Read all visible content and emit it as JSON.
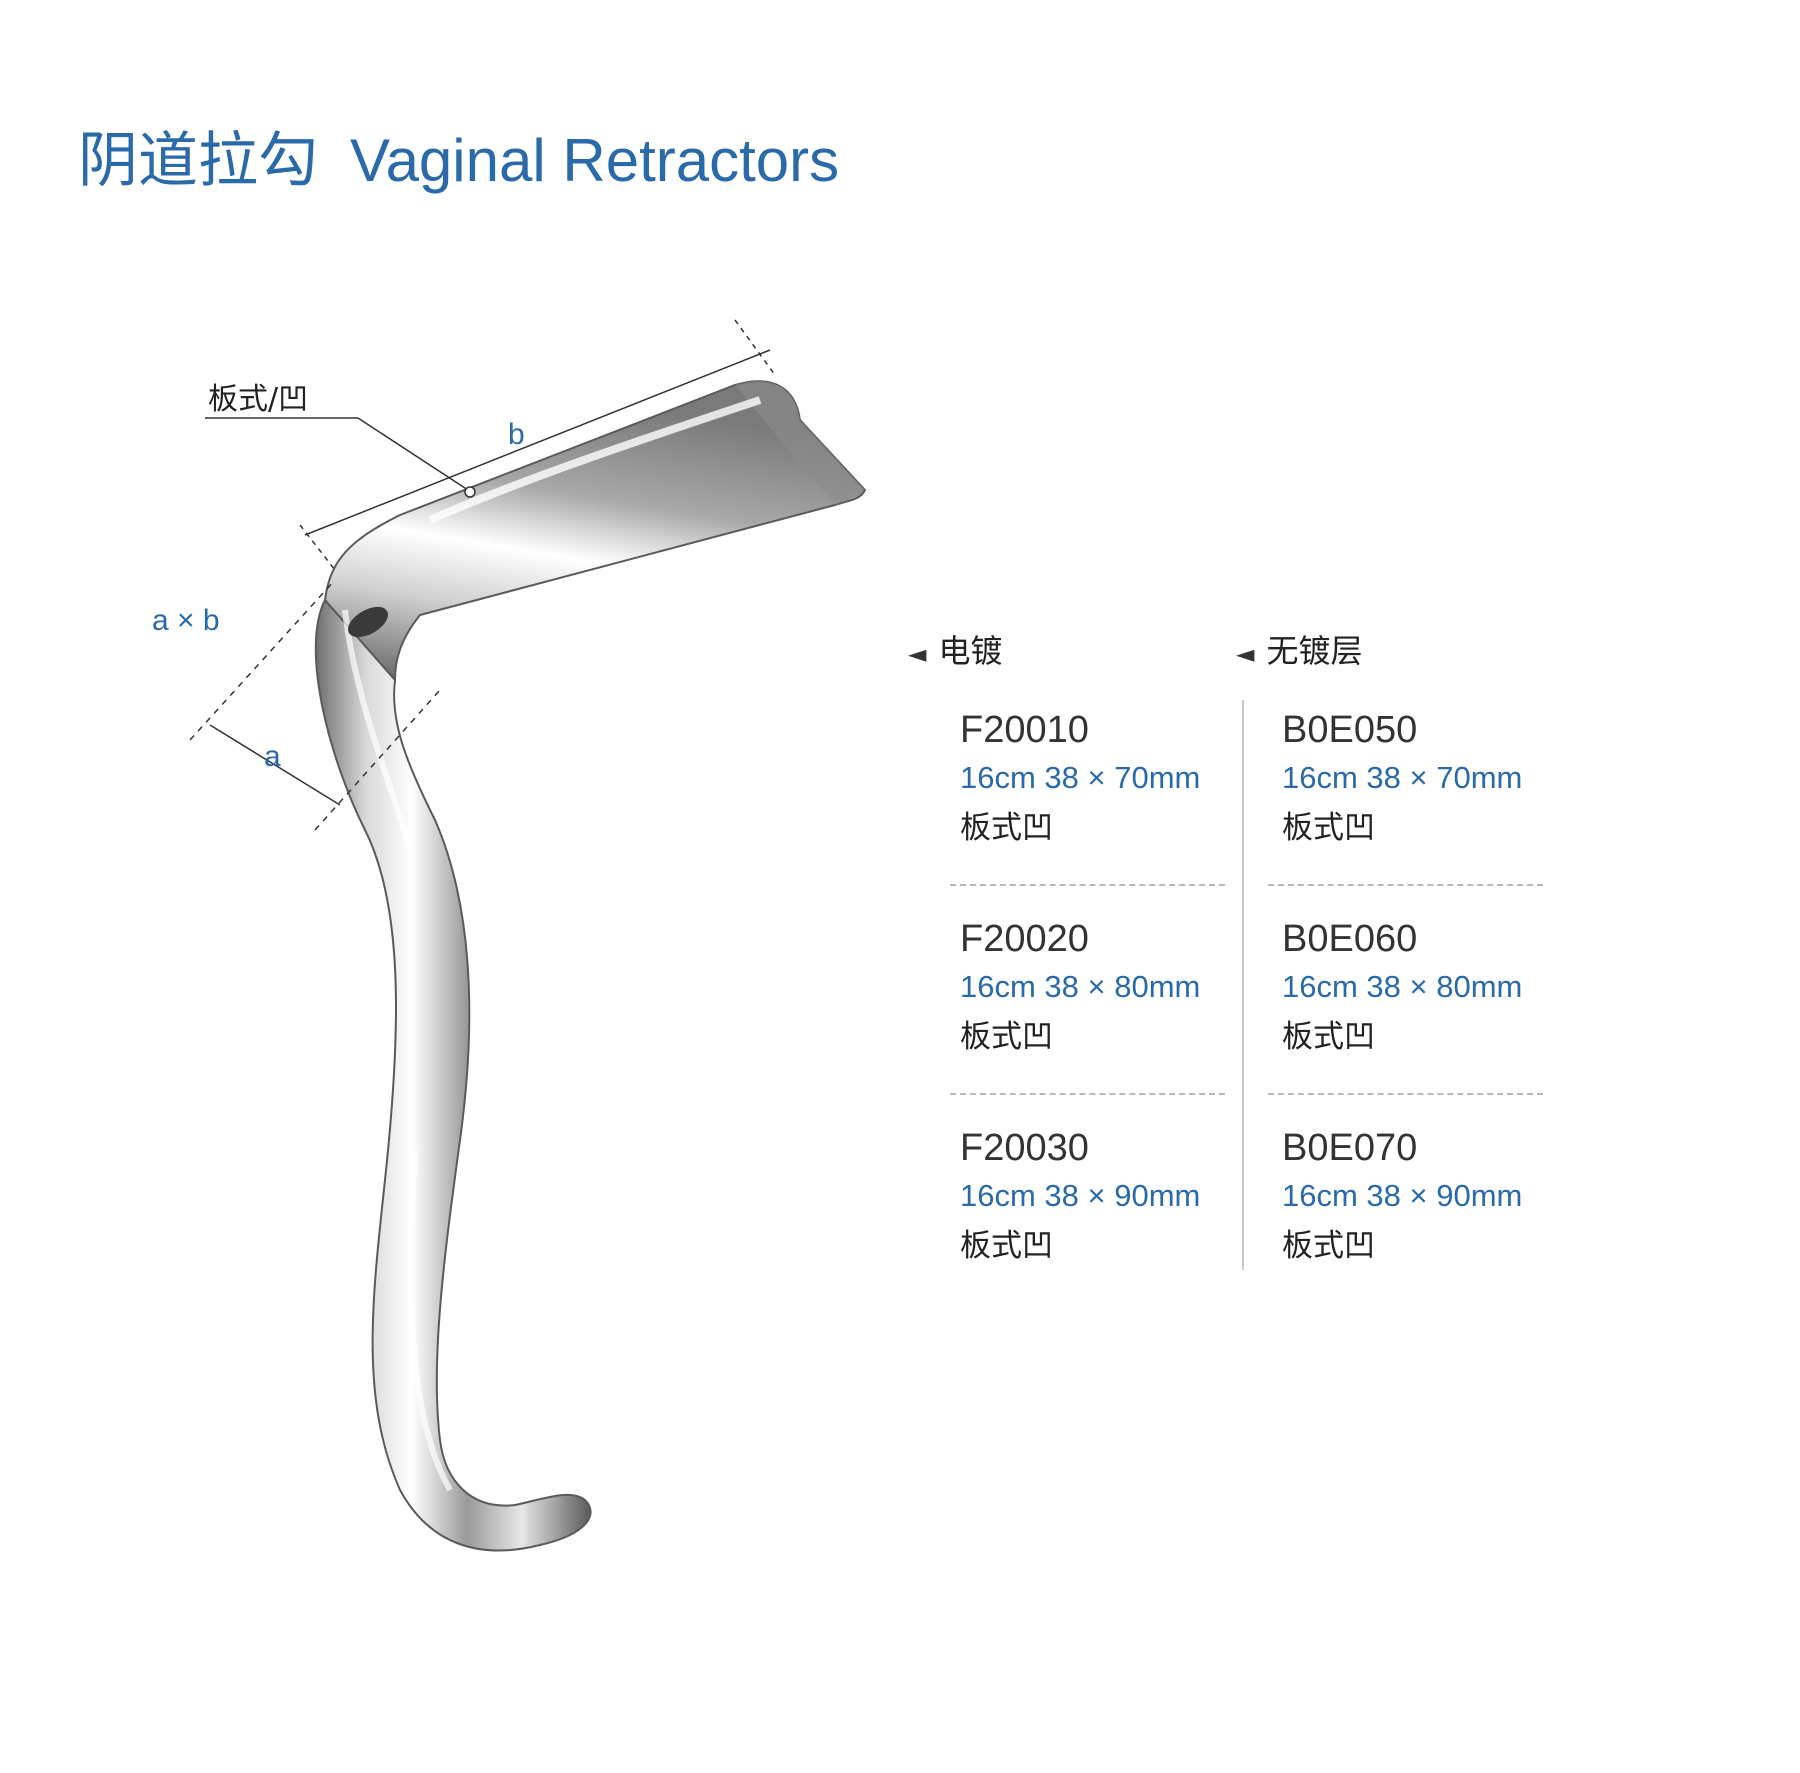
{
  "title": {
    "zh": "阴道拉勾",
    "en": "Vaginal Retractors"
  },
  "diagram": {
    "callout_label": "板式/凹",
    "dim_b": "b",
    "dim_axb": "a × b",
    "dim_a": "a"
  },
  "columns": [
    {
      "header": "电镀",
      "items": [
        {
          "code": "F20010",
          "spec": "16cm 38 × 70mm",
          "type": "板式凹"
        },
        {
          "code": "F20020",
          "spec": "16cm 38 × 80mm",
          "type": "板式凹"
        },
        {
          "code": "F20030",
          "spec": "16cm 38 × 90mm",
          "type": "板式凹"
        }
      ]
    },
    {
      "header": "无镀层",
      "items": [
        {
          "code": "B0E050",
          "spec": "16cm 38 × 70mm",
          "type": "板式凹"
        },
        {
          "code": "B0E060",
          "spec": "16cm 38 × 80mm",
          "type": "板式凹"
        },
        {
          "code": "B0E070",
          "spec": "16cm 38 × 90mm",
          "type": "板式凹"
        }
      ]
    }
  ],
  "colors": {
    "accent": "#2a6aa8",
    "text": "#222222",
    "separator": "#b8b8b8"
  },
  "icons": {
    "column_marker": "left-triangle-icon"
  }
}
